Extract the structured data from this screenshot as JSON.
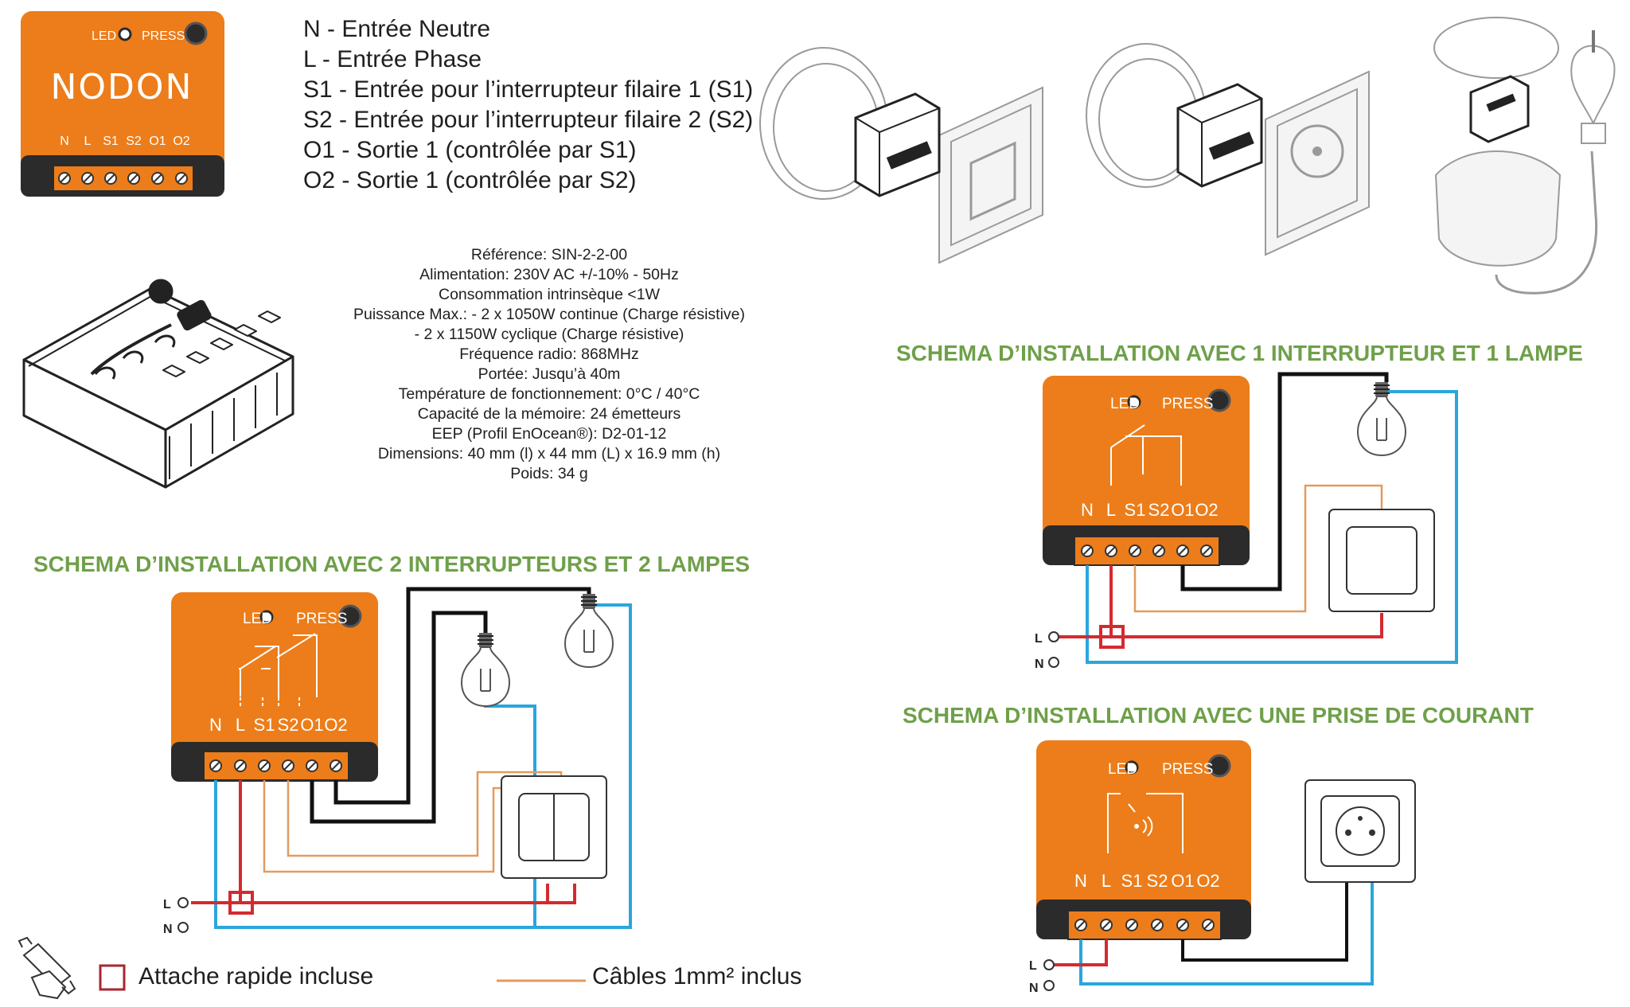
{
  "device": {
    "brand": "NODON",
    "led_label": "LED",
    "press_label": "PRESS",
    "terminals": [
      "N",
      "L",
      "S1",
      "S2",
      "O1",
      "O2"
    ]
  },
  "legend": {
    "lines": [
      "N - Entrée Neutre",
      "L - Entrée Phase",
      "S1 - Entrée pour l’interrupteur filaire 1 (S1)",
      "S2 - Entrée pour l’interrupteur filaire 2 (S2)",
      "O1 - Sortie 1 (contrôlée par S1)",
      "O2 - Sortie 1 (contrôlée par S2)"
    ]
  },
  "specs": {
    "lines": [
      "Référence: SIN-2-2-00",
      "Alimentation: 230V AC +/-10% - 50Hz",
      "Consommation intrinsèque <1W",
      "Puissance Max.: - 2 x 1050W continue (Charge résistive)",
      "- 2 x 1150W cyclique (Charge résistive)",
      "Fréquence radio: 868MHz",
      "Portée: Jusqu’à 40m",
      "Température de fonctionnement: 0°C / 40°C",
      "Capacité de la mémoire: 24 émetteurs",
      "EEP (Profil EnOcean®): D2-01-12",
      "Dimensions: 40 mm (l) x 44 mm (L) x 16.9 mm (h)",
      "Poids: 34 g"
    ]
  },
  "schemas": {
    "two_switches_title": "SCHEMA D’INSTALLATION AVEC 2 INTERRUPTEURS ET 2 LAMPES",
    "one_switch_title": "SCHEMA D’INSTALLATION AVEC 1 INTERRUPTEUR ET 1 LAMPE",
    "socket_title": "SCHEMA D’INSTALLATION AVEC UNE PRISE DE COURANT",
    "line_L": "L",
    "line_N": "N"
  },
  "footer": {
    "quick_connector": "Attache rapide incluse",
    "cables": "Câbles 1mm² inclus"
  },
  "colors": {
    "module_orange": "#ec7d1a",
    "module_dark": "#2b2b2b",
    "wire_phase": "#d42a2f",
    "wire_neutral": "#2aa6dc",
    "wire_cable": "#e39a5f",
    "wire_black": "#111111",
    "title_green": "#6fa04a"
  }
}
